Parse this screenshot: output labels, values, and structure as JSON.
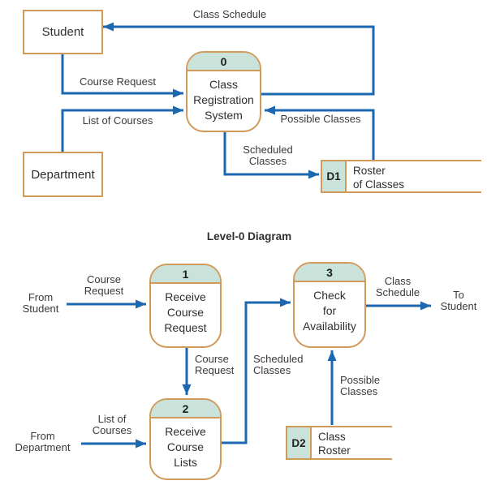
{
  "colors": {
    "flow_blue": "#1b67b0",
    "border_orange": "#d09a5b",
    "band_teal": "#c9e3db",
    "label_text": "#3a3a3a"
  },
  "context": {
    "student": "Student",
    "department": "Department",
    "process0": {
      "number": "0",
      "line1": "Class",
      "line2": "Registration",
      "line3": "System"
    },
    "d1": {
      "id": "D1",
      "line1": "Roster",
      "line2": "of Classes"
    },
    "labels": {
      "class_schedule": "Class Schedule",
      "course_request": "Course Request",
      "list_of_courses": "List of Courses",
      "possible_classes": "Possible Classes",
      "scheduled1": "Scheduled",
      "scheduled2": "Classes"
    }
  },
  "level0": {
    "title": "Level-0 Diagram",
    "p1": {
      "number": "1",
      "line1": "Receive",
      "line2": "Course",
      "line3": "Request"
    },
    "p2": {
      "number": "2",
      "line1": "Receive",
      "line2": "Course",
      "line3": "Lists"
    },
    "p3": {
      "number": "3",
      "line1": "Check",
      "line2": "for",
      "line3": "Availability"
    },
    "d2": {
      "id": "D2",
      "line1": "Class",
      "line2": "Roster"
    },
    "labels": {
      "from_student1": "From",
      "from_student2": "Student",
      "course_request1": "Course",
      "course_request2": "Request",
      "from_department1": "From",
      "from_department2": "Department",
      "list_of_courses1": "List of",
      "list_of_courses2": "Courses",
      "scheduled1": "Scheduled",
      "scheduled2": "Classes",
      "possible1": "Possible",
      "possible2": "Classes",
      "class_schedule1": "Class",
      "class_schedule2": "Schedule",
      "to_student1": "To",
      "to_student2": "Student"
    }
  }
}
